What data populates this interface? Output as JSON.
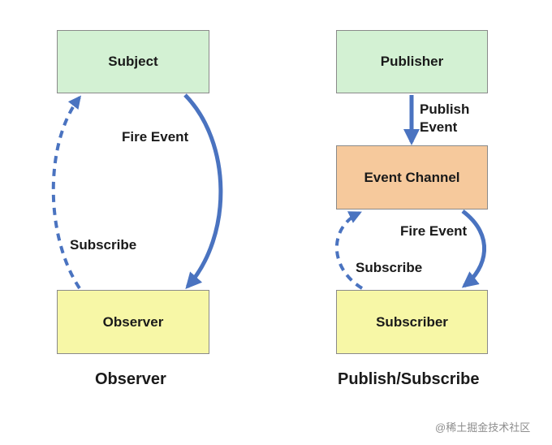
{
  "observer": {
    "subject": "Subject",
    "fire_event": "Fire Event",
    "subscribe": "Subscribe",
    "observer": "Observer",
    "caption": "Observer"
  },
  "pubsub": {
    "publisher": "Publisher",
    "publish_line1": "Publish",
    "publish_line2": "Event",
    "event_channel": "Event Channel",
    "fire_event": "Fire Event",
    "subscribe": "Subscribe",
    "subscriber": "Subscriber",
    "caption": "Publish/Subscribe"
  },
  "watermark": "@稀土掘金技术社区",
  "colors": {
    "arrow": "#4a73c0",
    "green_box": "#d3f1d3",
    "yellow_box": "#f7f7a6",
    "orange_box": "#f6c99c"
  }
}
